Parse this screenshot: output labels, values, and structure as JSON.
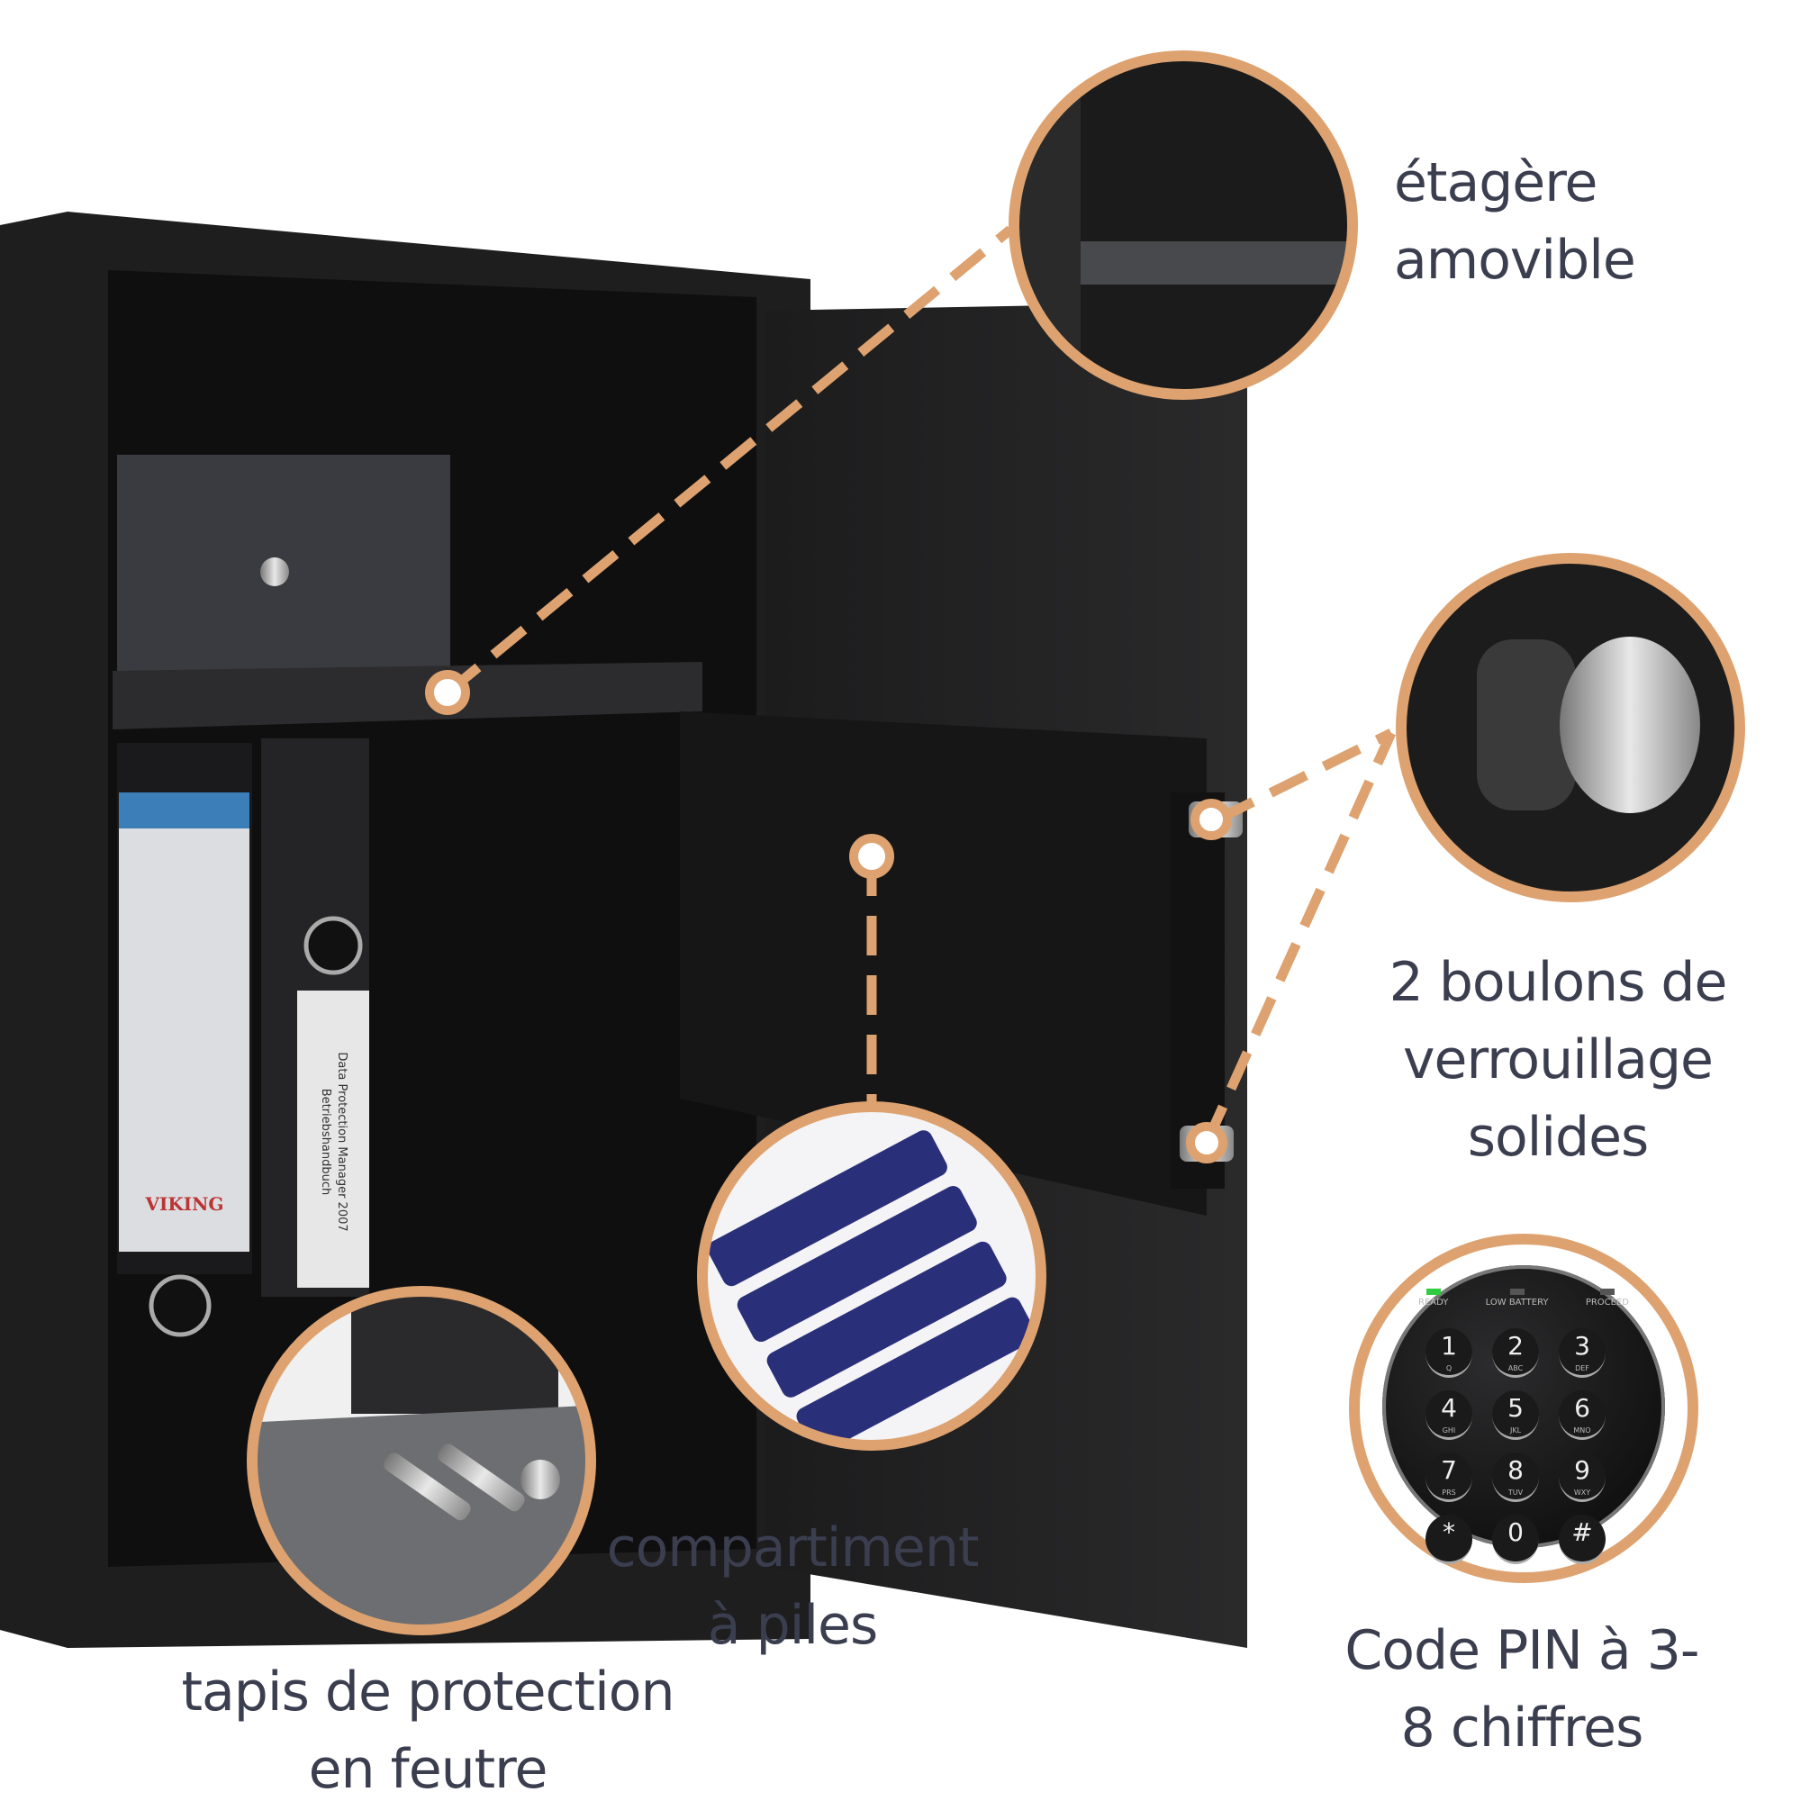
{
  "accent_color": "#dda26f",
  "text_color": "#3b3e4f",
  "callouts": {
    "shelf": {
      "lines": [
        "étagère",
        "amovible"
      ],
      "icon": "shelf-detail"
    },
    "bolts": {
      "lines": [
        "2 boulons de",
        "verrouillage",
        "solides"
      ],
      "icon": "bolt-detail"
    },
    "pin": {
      "lines": [
        "Code PIN à 3-",
        "8 chiffres"
      ],
      "icon": "keypad-detail"
    },
    "battery": {
      "lines": [
        "compartiment",
        "à piles"
      ],
      "icon": "battery-detail"
    },
    "felt": {
      "lines": [
        "tapis de protection",
        "en feutre"
      ],
      "icon": "felt-mat-detail"
    }
  },
  "keypad": {
    "leds": [
      "READY",
      "LOW BATTERY",
      "PROCEED"
    ],
    "keys": [
      {
        "n": "1",
        "l": "Q"
      },
      {
        "n": "2",
        "l": "ABC"
      },
      {
        "n": "3",
        "l": "DEF"
      },
      {
        "n": "4",
        "l": "GHI"
      },
      {
        "n": "5",
        "l": "JKL"
      },
      {
        "n": "6",
        "l": "MNO"
      },
      {
        "n": "7",
        "l": "PRS"
      },
      {
        "n": "8",
        "l": "TUV"
      },
      {
        "n": "9",
        "l": "WXY"
      },
      {
        "n": "*",
        "l": ""
      },
      {
        "n": "0",
        "l": ""
      },
      {
        "n": "#",
        "l": ""
      }
    ]
  },
  "binder_brand": "VIKING",
  "binder_label": "Data Protection Manager 2007 Betriebshandbuch"
}
